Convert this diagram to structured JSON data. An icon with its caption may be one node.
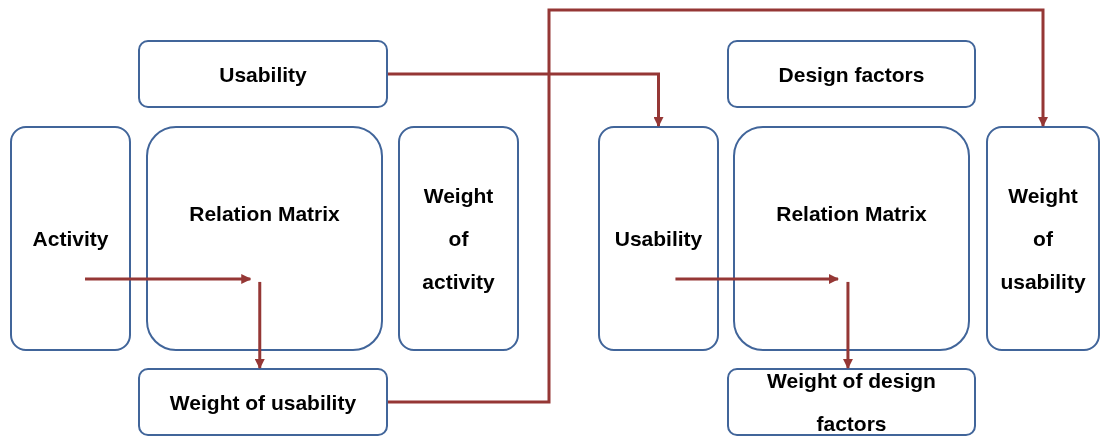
{
  "diagram": {
    "nodes": [
      {
        "text": [
          "Usability"
        ]
      },
      {
        "text": [
          "Activity"
        ]
      },
      {
        "text": [
          "Relation Matrix"
        ]
      },
      {
        "text": [
          "Weight of activity"
        ]
      },
      {
        "text": [
          "Weight of usability"
        ]
      },
      {
        "text": [
          "Design factors"
        ]
      },
      {
        "text": [
          "Usability"
        ]
      },
      {
        "text": [
          "Relation Matrix"
        ]
      },
      {
        "text": [
          "Weight of usability"
        ]
      },
      {
        "text": [
          "Weight of design factors"
        ]
      }
    ],
    "edges": [
      {
        "from": 1,
        "to": 2,
        "arrow": "to"
      },
      {
        "from": 2,
        "to": 4,
        "arrow": "to"
      },
      {
        "from": 0,
        "to": 6,
        "arrow": "to"
      },
      {
        "from": 4,
        "to": 8,
        "arrow": "to"
      },
      {
        "from": 6,
        "to": 7,
        "arrow": "to"
      },
      {
        "from": 7,
        "to": 9,
        "arrow": "to"
      }
    ]
  }
}
